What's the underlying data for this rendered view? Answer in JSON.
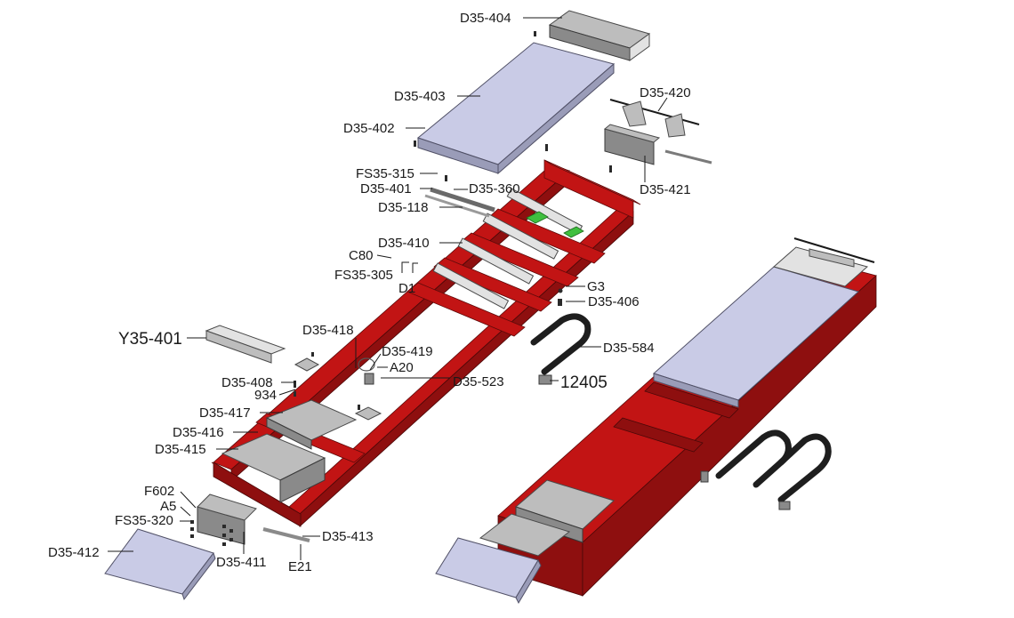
{
  "labels": {
    "d35_404": "D35-404",
    "d35_403": "D35-403",
    "d35_402": "D35-402",
    "d35_420": "D35-420",
    "d35_421": "D35-421",
    "fs35_315": "FS35-315",
    "d35_401": "D35-401",
    "d35_360": "D35-360",
    "d35_118": "D35-118",
    "d35_410": "D35-410",
    "c80": "C80",
    "fs35_305": "FS35-305",
    "d1": "D1",
    "g3": "G3",
    "d35_406": "D35-406",
    "y35_401": "Y35-401",
    "d35_418": "D35-418",
    "d35_419": "D35-419",
    "a20": "A20",
    "d35_584": "D35-584",
    "d35_523": "D35-523",
    "n12405": "12405",
    "d35_408": "D35-408",
    "n934": "934",
    "d35_417": "D35-417",
    "d35_416": "D35-416",
    "d35_415": "D35-415",
    "f602": "F602",
    "a5": "A5",
    "fs35_320": "FS35-320",
    "d35_412": "D35-412",
    "d35_411": "D35-411",
    "d35_413": "D35-413",
    "e21": "E21"
  },
  "colors": {
    "frame_red": "#c21414",
    "cover_plate": "#c9cbe6",
    "steel_grey": "#bdbdbd",
    "chain_black": "#1e1e1e",
    "accent_green": "#3fbf3f"
  }
}
